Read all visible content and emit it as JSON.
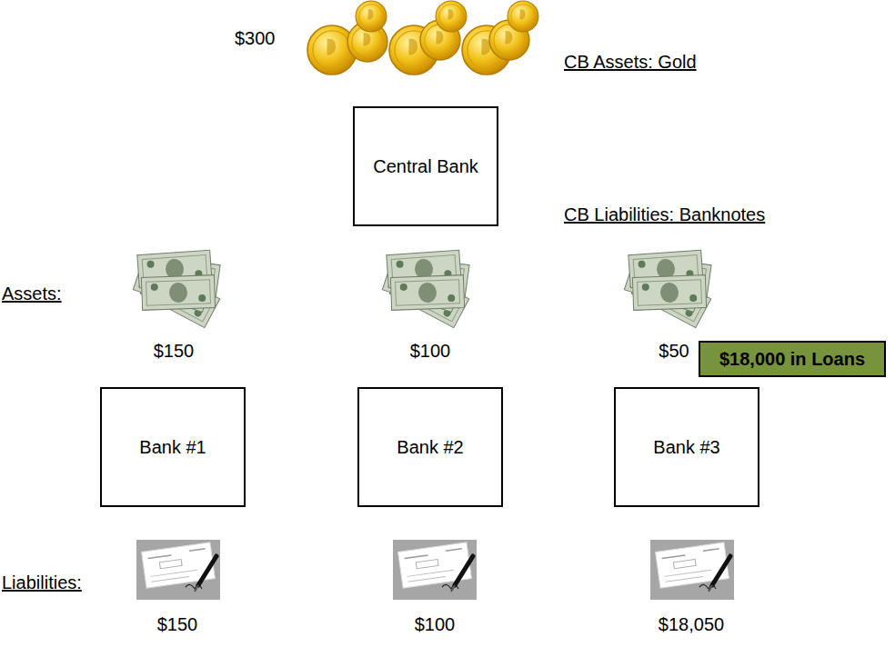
{
  "diagram": {
    "nodes": [
      {
        "text": [
          "Central Bank"
        ]
      },
      {
        "text": [
          "$18,000 in Loans"
        ]
      },
      {
        "text": [
          "Bank #1"
        ]
      },
      {
        "text": [
          "Bank #2"
        ]
      },
      {
        "text": [
          "Bank #3"
        ]
      }
    ],
    "labels": [
      "$300",
      "CB Assets: Gold",
      "CB Liabilities: Banknotes",
      "Assets:",
      "$150",
      "$100",
      "$50",
      "Liabilities:",
      "$150",
      "$100",
      "$18,050"
    ]
  }
}
